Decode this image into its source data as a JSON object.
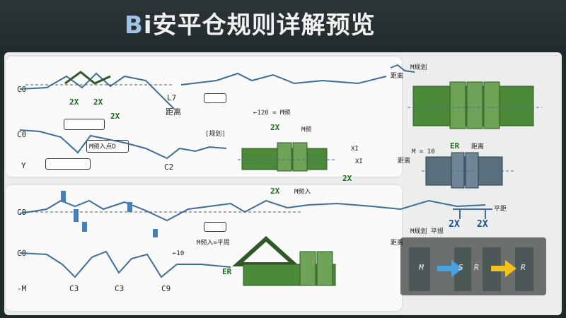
{
  "header": {
    "prefix": "B",
    "title": "i安平仓规则详解预览"
  },
  "panel_top": {
    "y_label_1": "C0",
    "y_label_2": "C0",
    "y_label_3": "Y",
    "twox_1": "2X",
    "twox_2": "2X",
    "twox_3": "2X",
    "lt_label": "L7",
    "lt_sub": "距离",
    "box_label": "M频入点D",
    "c2_label": "C2",
    "bracket_label": "[规划]"
  },
  "panel_bottom": {
    "y_label_1": "C0",
    "y_label_2": "C0",
    "y_label_3": "-M",
    "c3a": "C3",
    "c3b": "C3",
    "c9": "C9",
    "m_label": "M频入=平周",
    "ten_label": "←10",
    "er_label": "ER"
  },
  "middle": {
    "top_label": "←120 = M频",
    "twox_left": "2X",
    "ma_label": "M频",
    "twox_bottom": "2X",
    "ma_bottom": "M频入",
    "twox_right": "2X",
    "xl": "XI",
    "xm": "XI"
  },
  "right": {
    "top_label": "距离",
    "top_note": "M规划",
    "er1": "ER",
    "er1_sub": "距离",
    "m10": "M = 10",
    "er2": "距离",
    "twox_a": "2X",
    "twox_b": "2X",
    "pa_label": "平距",
    "note2": "M规划 平规",
    "dist_label": "距离"
  },
  "flow": {
    "m": "M",
    "s": "S",
    "r1": "R",
    "r2": "R"
  },
  "colors": {
    "green": "#4c8a3a",
    "green_dark": "#2f5a28",
    "blue_line": "#3d6d9a",
    "flow_blue": "#4aa3e0",
    "flow_yellow": "#f2c21a"
  }
}
